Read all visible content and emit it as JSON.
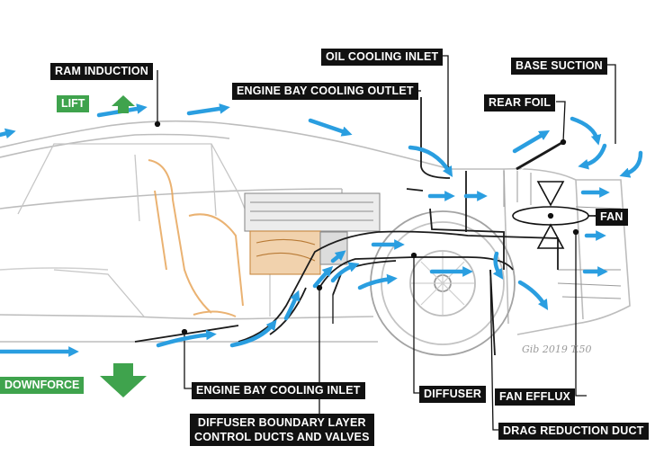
{
  "labels": {
    "ram_induction": "RAM INDUCTION",
    "engine_bay_cooling_outlet": "ENGINE BAY COOLING OUTLET",
    "oil_cooling_inlet": "OIL COOLING INLET",
    "base_suction": "BASE SUCTION",
    "rear_foil": "REAR FOIL",
    "fan": "FAN",
    "engine_bay_cooling_inlet": "ENGINE BAY COOLING INLET",
    "diffuser": "DIFFUSER",
    "fan_efflux": "FAN EFFLUX",
    "diffuser_boundary_line1": "DIFFUSER BOUNDARY LAYER",
    "diffuser_boundary_line2": "CONTROL DUCTS AND VALVES",
    "drag_reduction_duct": "DRAG REDUCTION DUCT"
  },
  "force_labels": {
    "lift": "LIFT",
    "downforce": "DOWNFORCE"
  },
  "sketch_text": {
    "signature": "Gib 2019 T.50"
  },
  "colors": {
    "airflow_arrow": "#2a9ee0",
    "force_green": "#3fa34d",
    "label_background": "#111111",
    "car_outline": "#b9b9b9",
    "frame_orange": "#e6a04f"
  },
  "icons": {
    "lift_arrow": "arrow-up",
    "downforce_arrow": "arrow-down",
    "airflow": "arrow-right"
  }
}
